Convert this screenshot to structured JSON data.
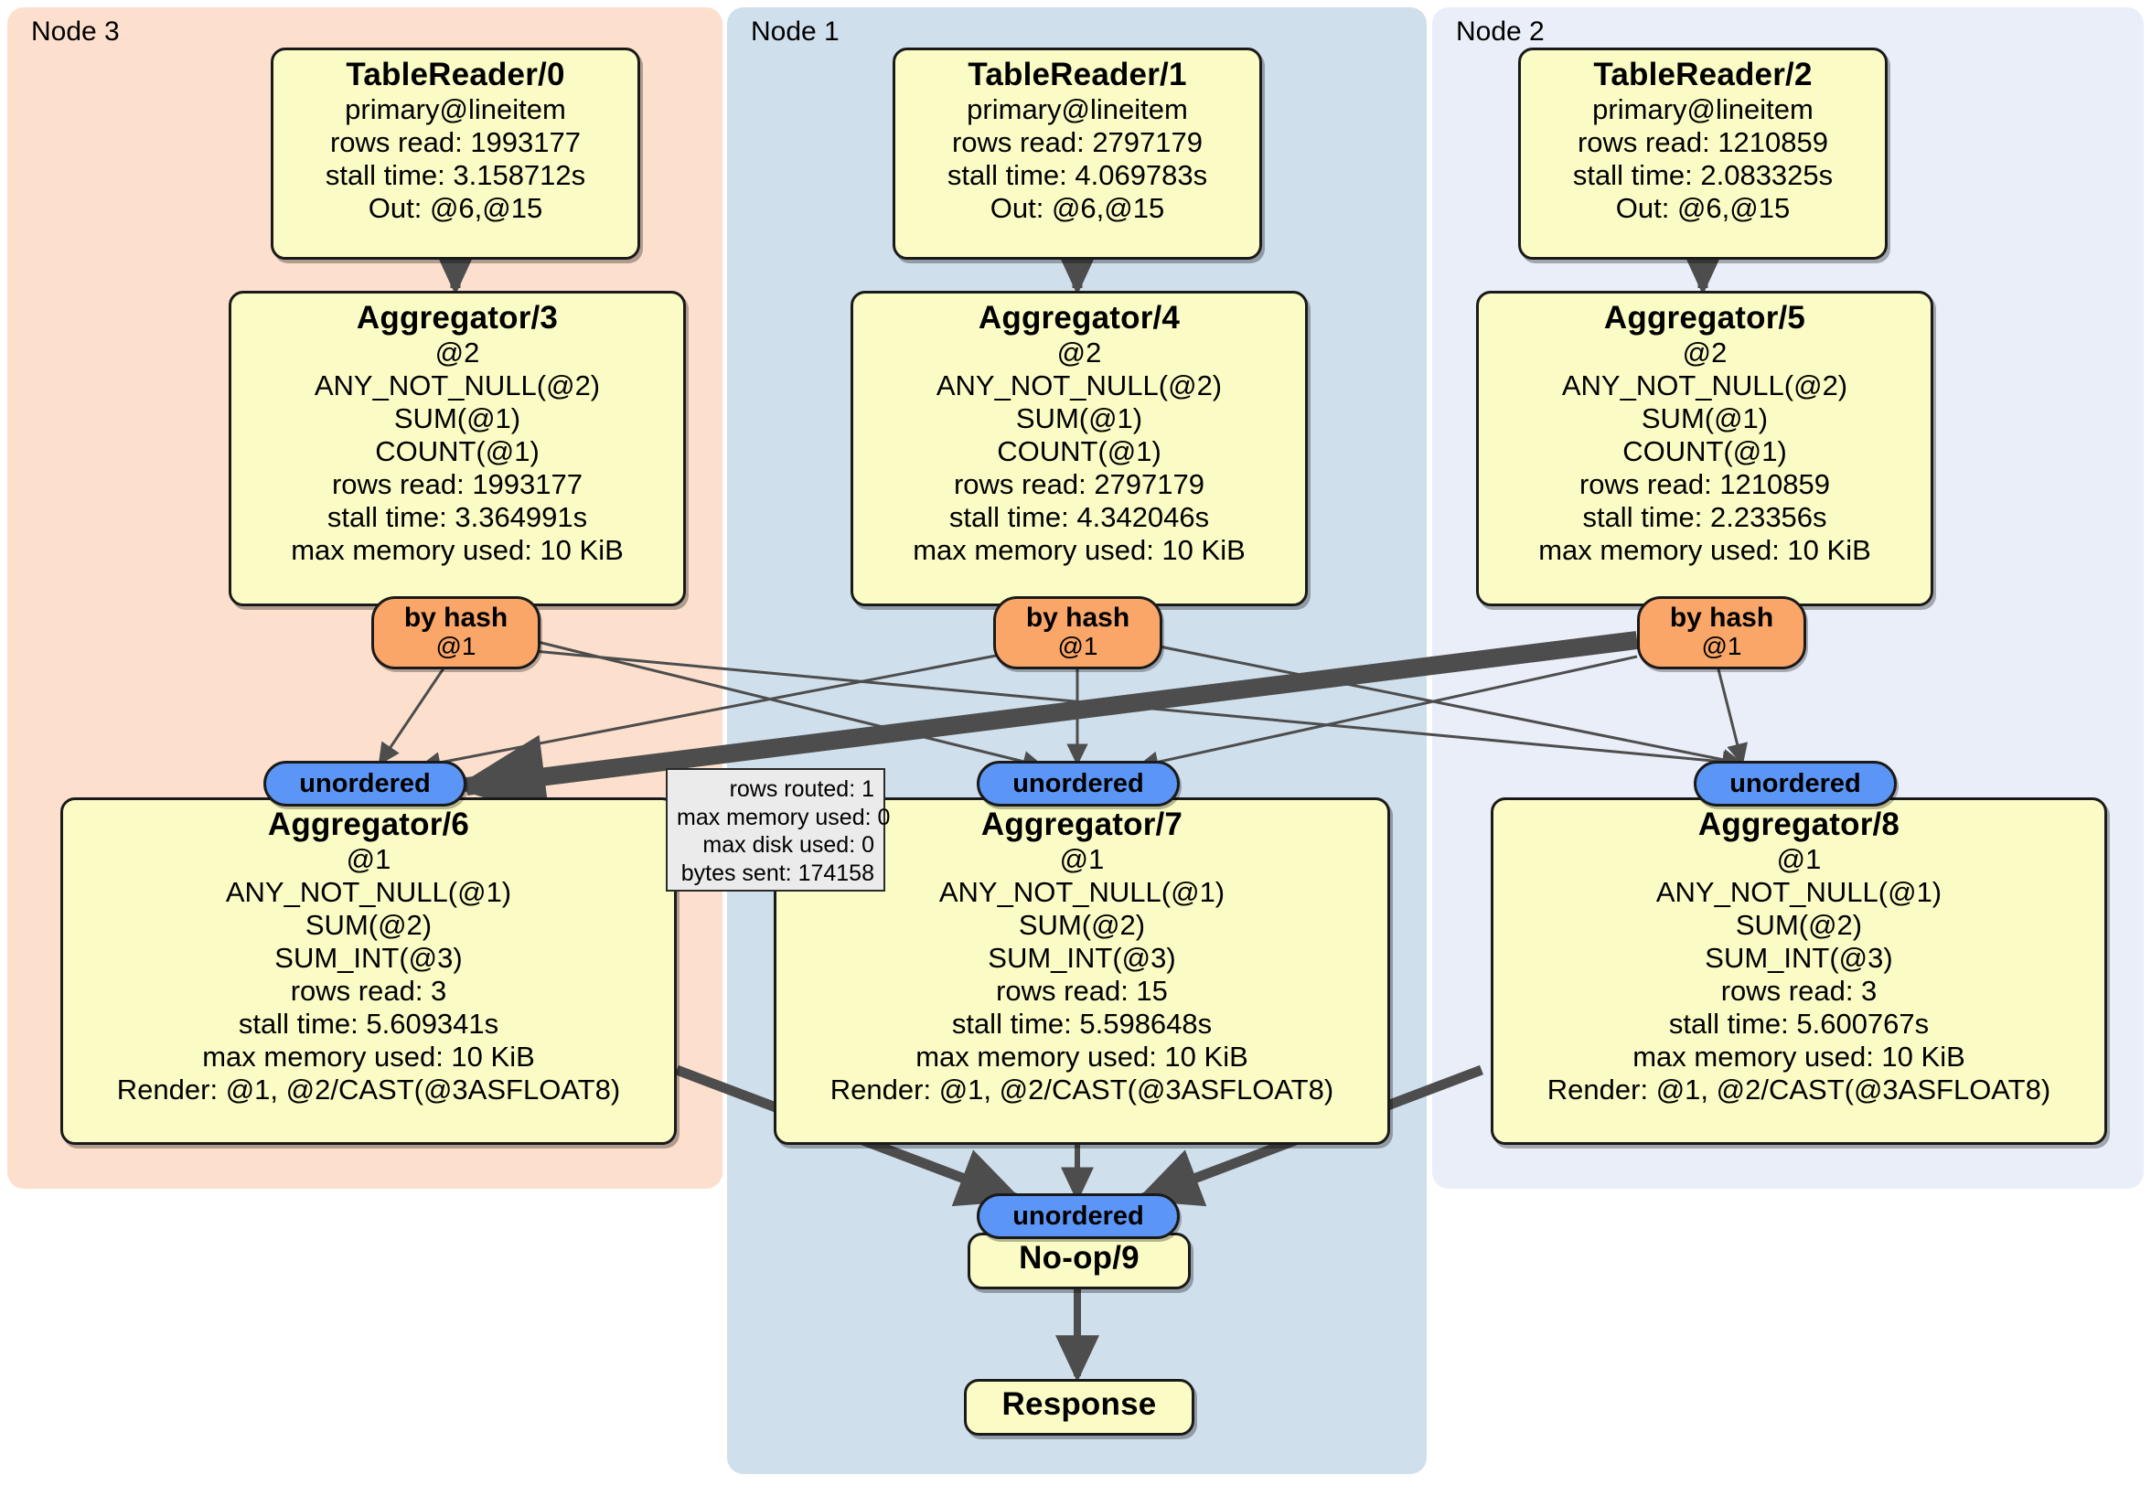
{
  "diagram": {
    "title": "Distributed query plan flow",
    "colors": {
      "node_fill": "#fbfbc5",
      "node_stroke": "#1a1a1a",
      "router_fill": "#f9a668",
      "sync_fill": "#5b95f5",
      "tooltip_fill": "#ebebeb",
      "cluster_node3": "#fce0cd",
      "cluster_node1": "#d0dfec",
      "cluster_node2": "#e9eef8",
      "edge_stroke": "#4d4d4d"
    }
  },
  "clusters": [
    {
      "id": "node3",
      "label": "Node 3",
      "fill": "#fce0cd"
    },
    {
      "id": "node1",
      "label": "Node 1",
      "fill": "#d0dfec"
    },
    {
      "id": "node2",
      "label": "Node 2",
      "fill": "#e9eef8"
    }
  ],
  "table_readers": [
    {
      "title": "TableReader/0",
      "lines": [
        "primary@lineitem",
        "rows read: 1993177",
        "stall time: 3.158712s",
        "Out: @6,@15"
      ]
    },
    {
      "title": "TableReader/1",
      "lines": [
        "primary@lineitem",
        "rows read: 2797179",
        "stall time: 4.069783s",
        "Out: @6,@15"
      ]
    },
    {
      "title": "TableReader/2",
      "lines": [
        "primary@lineitem",
        "rows read: 1210859",
        "stall time: 2.083325s",
        "Out: @6,@15"
      ]
    }
  ],
  "aggregators_upper": [
    {
      "title": "Aggregator/3",
      "lines": [
        "@2",
        "ANY_NOT_NULL(@2)",
        "SUM(@1)",
        "COUNT(@1)",
        "rows read: 1993177",
        "stall time: 3.364991s",
        "max memory used: 10 KiB"
      ]
    },
    {
      "title": "Aggregator/4",
      "lines": [
        "@2",
        "ANY_NOT_NULL(@2)",
        "SUM(@1)",
        "COUNT(@1)",
        "rows read: 2797179",
        "stall time: 4.342046s",
        "max memory used: 10 KiB"
      ]
    },
    {
      "title": "Aggregator/5",
      "lines": [
        "@2",
        "ANY_NOT_NULL(@2)",
        "SUM(@1)",
        "COUNT(@1)",
        "rows read: 1210859",
        "stall time: 2.23356s",
        "max memory used: 10 KiB"
      ]
    }
  ],
  "aggregators_lower": [
    {
      "title": "Aggregator/6",
      "lines": [
        "@1",
        "ANY_NOT_NULL(@1)",
        "SUM(@2)",
        "SUM_INT(@3)",
        "rows read: 3",
        "stall time: 5.609341s",
        "max memory used: 10 KiB",
        "Render: @1, @2/CAST(@3ASFLOAT8)"
      ]
    },
    {
      "title": "Aggregator/7",
      "lines": [
        "@1",
        "ANY_NOT_NULL(@1)",
        "SUM(@2)",
        "SUM_INT(@3)",
        "rows read: 15",
        "stall time: 5.598648s",
        "max memory used: 10 KiB",
        "Render: @1, @2/CAST(@3ASFLOAT8)"
      ]
    },
    {
      "title": "Aggregator/8",
      "lines": [
        "@1",
        "ANY_NOT_NULL(@1)",
        "SUM(@2)",
        "SUM_INT(@3)",
        "rows read: 3",
        "stall time: 5.600767s",
        "max memory used: 10 KiB",
        "Render: @1, @2/CAST(@3ASFLOAT8)"
      ]
    }
  ],
  "routers": [
    {
      "title": "by hash",
      "sub": "@1"
    },
    {
      "title": "by hash",
      "sub": "@1"
    },
    {
      "title": "by hash",
      "sub": "@1"
    }
  ],
  "syncs": [
    {
      "label": "unordered"
    },
    {
      "label": "unordered"
    },
    {
      "label": "unordered"
    },
    {
      "label": "unordered"
    }
  ],
  "tooltip": {
    "lines": [
      "rows routed: 1",
      "max memory used: 0",
      "max disk used: 0",
      "bytes sent: 174158"
    ]
  },
  "terminal": {
    "noop": "No-op/9",
    "response": "Response"
  }
}
